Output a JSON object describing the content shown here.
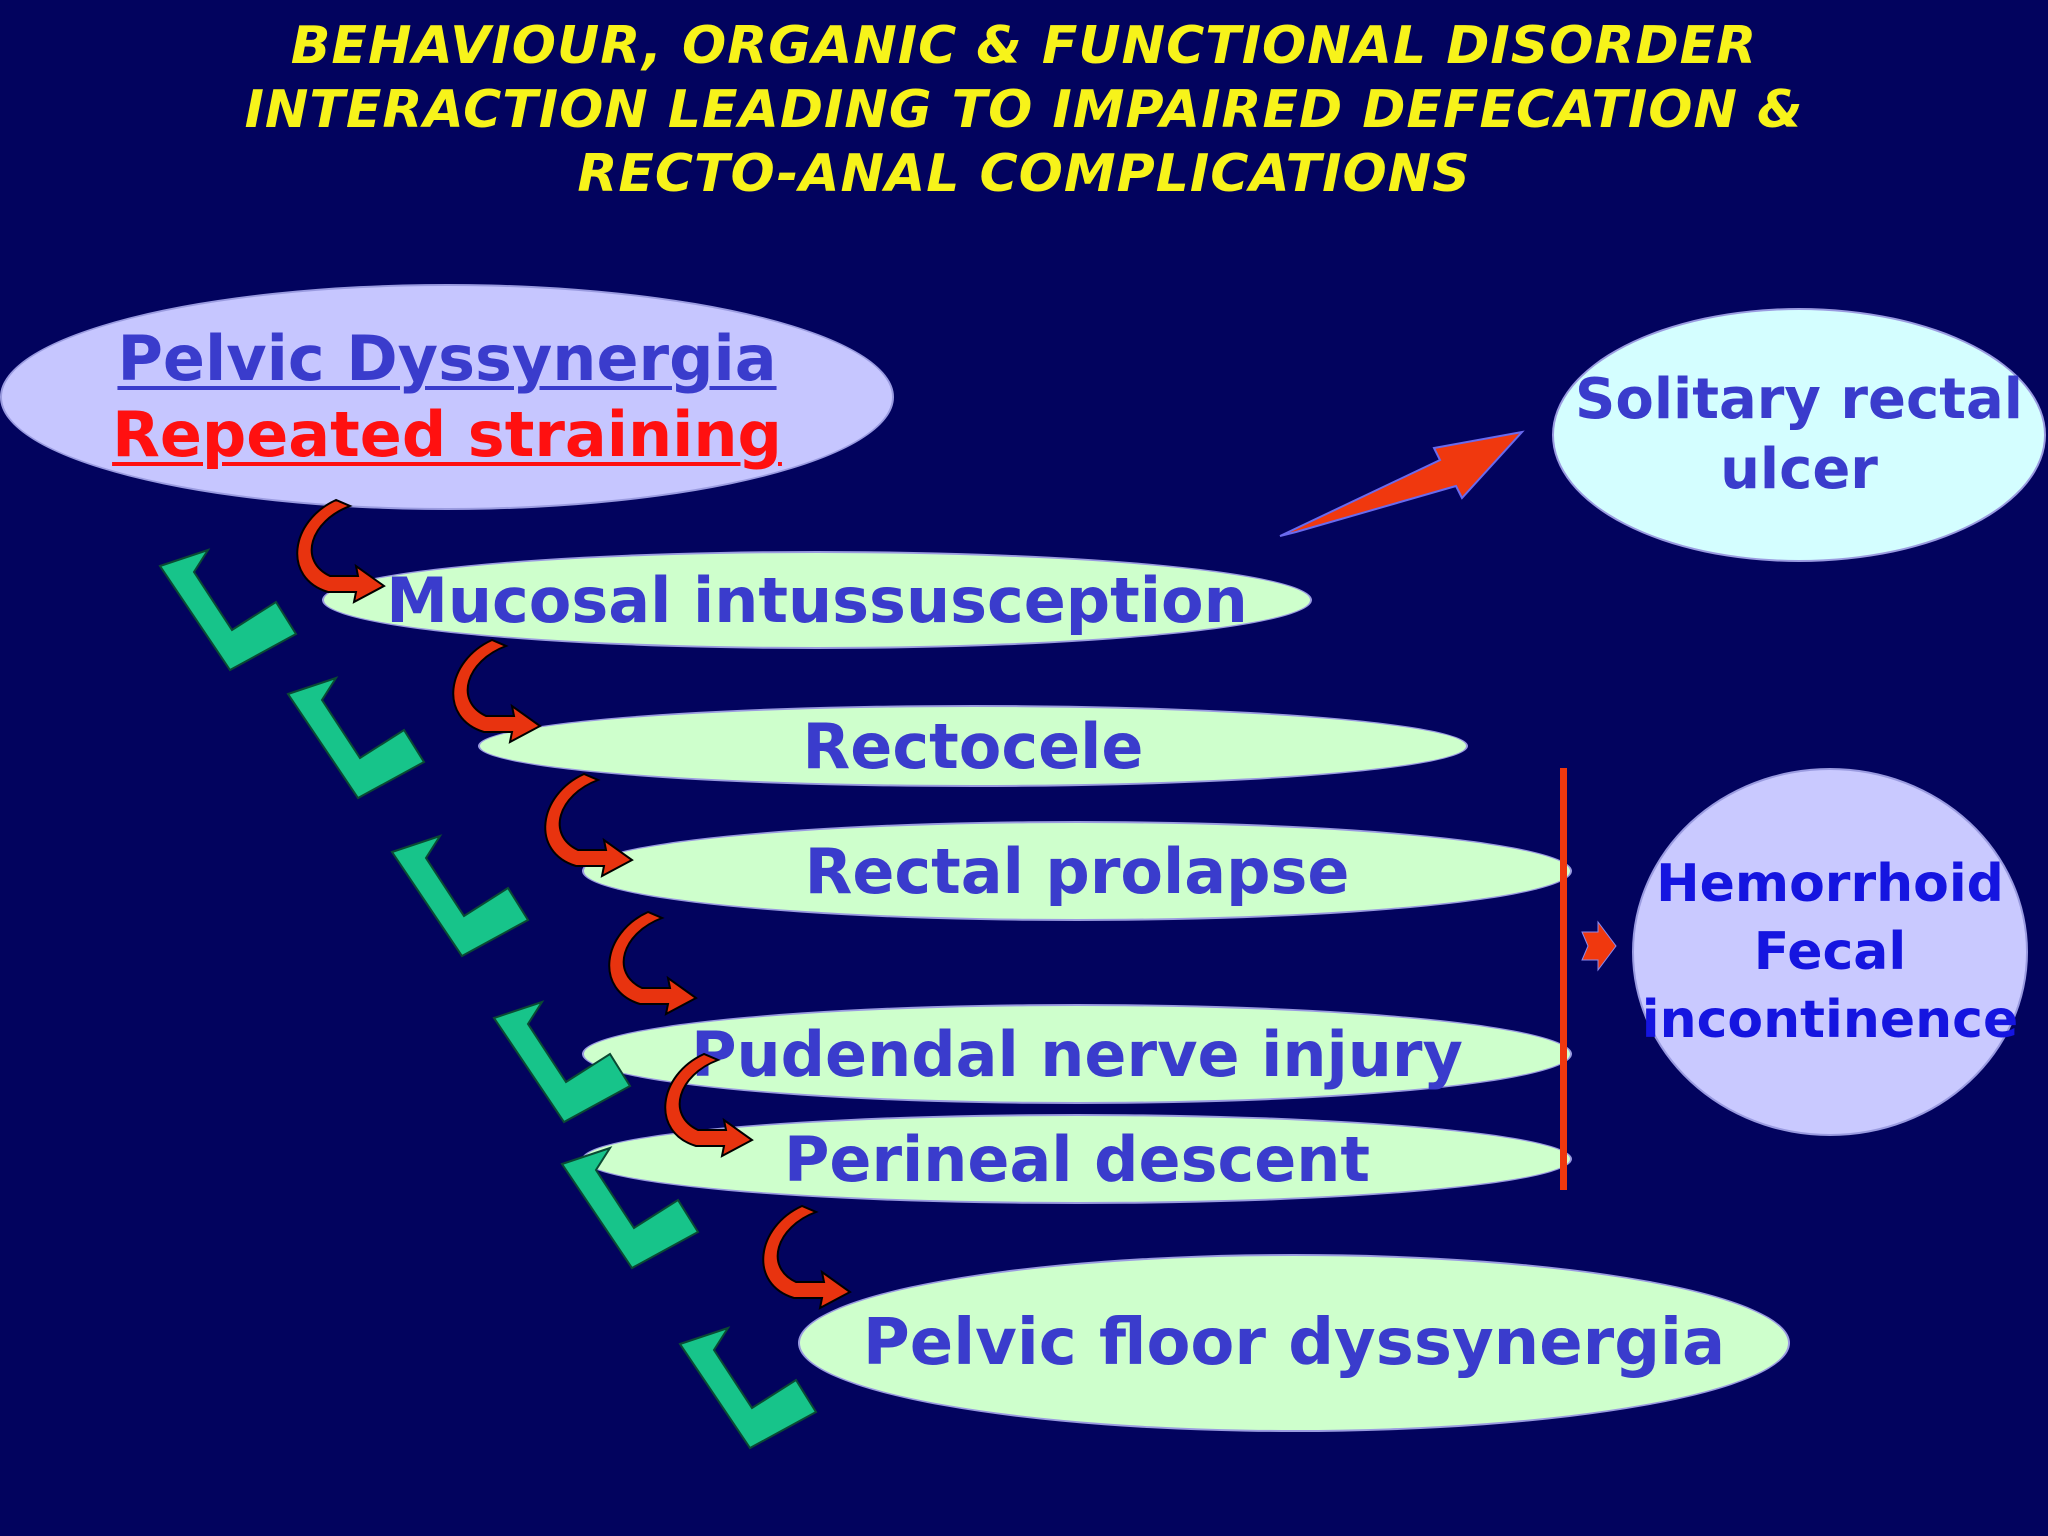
{
  "title": {
    "line1": "BEHAVIOUR, ORGANIC & FUNCTIONAL DISORDER",
    "line2": "INTERACTION LEADING TO IMPAIRED DEFECATION &",
    "line3": "RECTO-ANAL COMPLICATIONS"
  },
  "top_oval": {
    "line1": "Pelvic Dyssynergia ",
    "line2": "Repeated straining"
  },
  "cascade": {
    "mucosal": "Mucosal intussusception",
    "rectocele": "Rectocele",
    "prolapse": "Rectal prolapse",
    "pudendal": "Pudendal nerve injury",
    "perineal": "Perineal descent",
    "pelvic_floor": "Pelvic floor dyssynergia"
  },
  "outcomes": {
    "ulcer_line1": "Solitary rectal",
    "ulcer_line2": "ulcer",
    "hemorrhoid": "Hemorrhoid",
    "fecal": "Fecal",
    "incontinence": "incontinence"
  },
  "colors": {
    "background": "#02035e",
    "title": "#f7f31a",
    "text": "#3a3ccc",
    "straining": "#ff1010",
    "green_oval": "#ceffcc",
    "red_arrow": "#e8330f",
    "green_arrow": "#17c48a"
  },
  "icons": {
    "curved_arrow_red": "red-curved-arrow-icon",
    "curved_arrow_green": "green-return-arrow-icon"
  }
}
